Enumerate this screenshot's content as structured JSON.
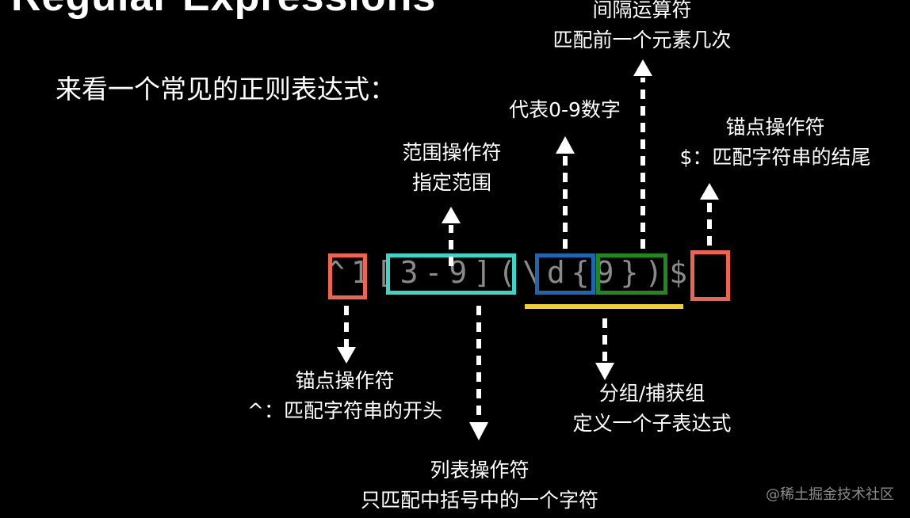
{
  "title": "Regular Expressions",
  "subtitle": "来看一个常见的正则表达式：",
  "regex": "^1[3-9](\\d{9})$",
  "colors": {
    "anchor_box": "#ef6450",
    "range_box": "#3ed5c9",
    "digit_box": "#1d67b2",
    "quantifier_box": "#1e8a1e",
    "group_underline": "#f2d027",
    "regex_text": "#8a8a8a"
  },
  "annotations": {
    "anchor_start": {
      "line1": "锚点操作符",
      "line2": "^：匹配字符串的开头"
    },
    "range_op": {
      "line1": "范围操作符",
      "line2": "指定范围"
    },
    "list_op": {
      "line1": "列表操作符",
      "line2": "只匹配中括号中的一个字符"
    },
    "digit": {
      "line1": "代表0-9数字"
    },
    "quantifier": {
      "line1": "间隔运算符",
      "line2": "匹配前一个元素几次"
    },
    "group": {
      "line1": "分组/捕获组",
      "line2": "定义一个子表达式"
    },
    "anchor_end": {
      "line1": "锚点操作符",
      "line2": "$：匹配字符串的结尾"
    }
  },
  "watermark": "@稀土掘金技术社区"
}
